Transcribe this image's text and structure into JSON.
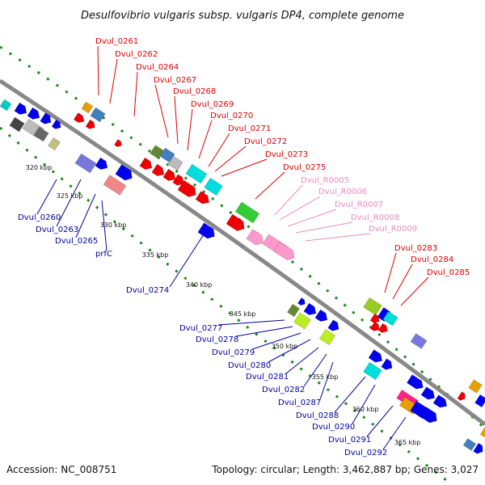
{
  "title": "Desulfovibrio vulgaris subsp. vulgaris DP4, complete genome",
  "footer": {
    "accession": "Accession: NC_008751",
    "summary": "Topology: circular; Length: 3,462,887 bp; Genes: 3,027"
  },
  "colors": {
    "red_label": "#dd0000",
    "blue_label": "#000099",
    "rna_label": "#ee88bb",
    "backbone": "#808080",
    "dotted_track": "#1a8a1a"
  },
  "kbp_ticks": [
    "320 kbp",
    "325 kbp",
    "330 kbp",
    "335 kbp",
    "340 kbp",
    "345 kbp",
    "350 kbp",
    "355 kbp",
    "360 kbp",
    "365 kbp"
  ],
  "labels_forward": [
    "Dvul_0261",
    "Dvul_0262",
    "Dvul_0264",
    "Dvul_0267",
    "Dvul_0268",
    "Dvul_0269",
    "Dvul_0270",
    "Dvul_0271",
    "Dvul_0272",
    "Dvul_0273",
    "Dvul_0275",
    "Dvul_0283",
    "Dvul_0284",
    "Dvul_0285"
  ],
  "labels_rna": [
    "Dvul_R0005",
    "Dvul_R0006",
    "Dvul_R0007",
    "Dvul_R0008",
    "Dvul_R0009"
  ],
  "labels_reverse": [
    "Dvul_0260",
    "Dvul_0263",
    "Dvul_0265",
    "prfC",
    "Dvul_0274",
    "Dvul_0277",
    "Dvul_0278",
    "Dvul_0279",
    "Dvul_0280",
    "Dvul_0281",
    "Dvul_0282",
    "Dvul_0287",
    "Dvul_0288",
    "Dvul_0290",
    "Dvul_0291",
    "Dvul_0292"
  ]
}
